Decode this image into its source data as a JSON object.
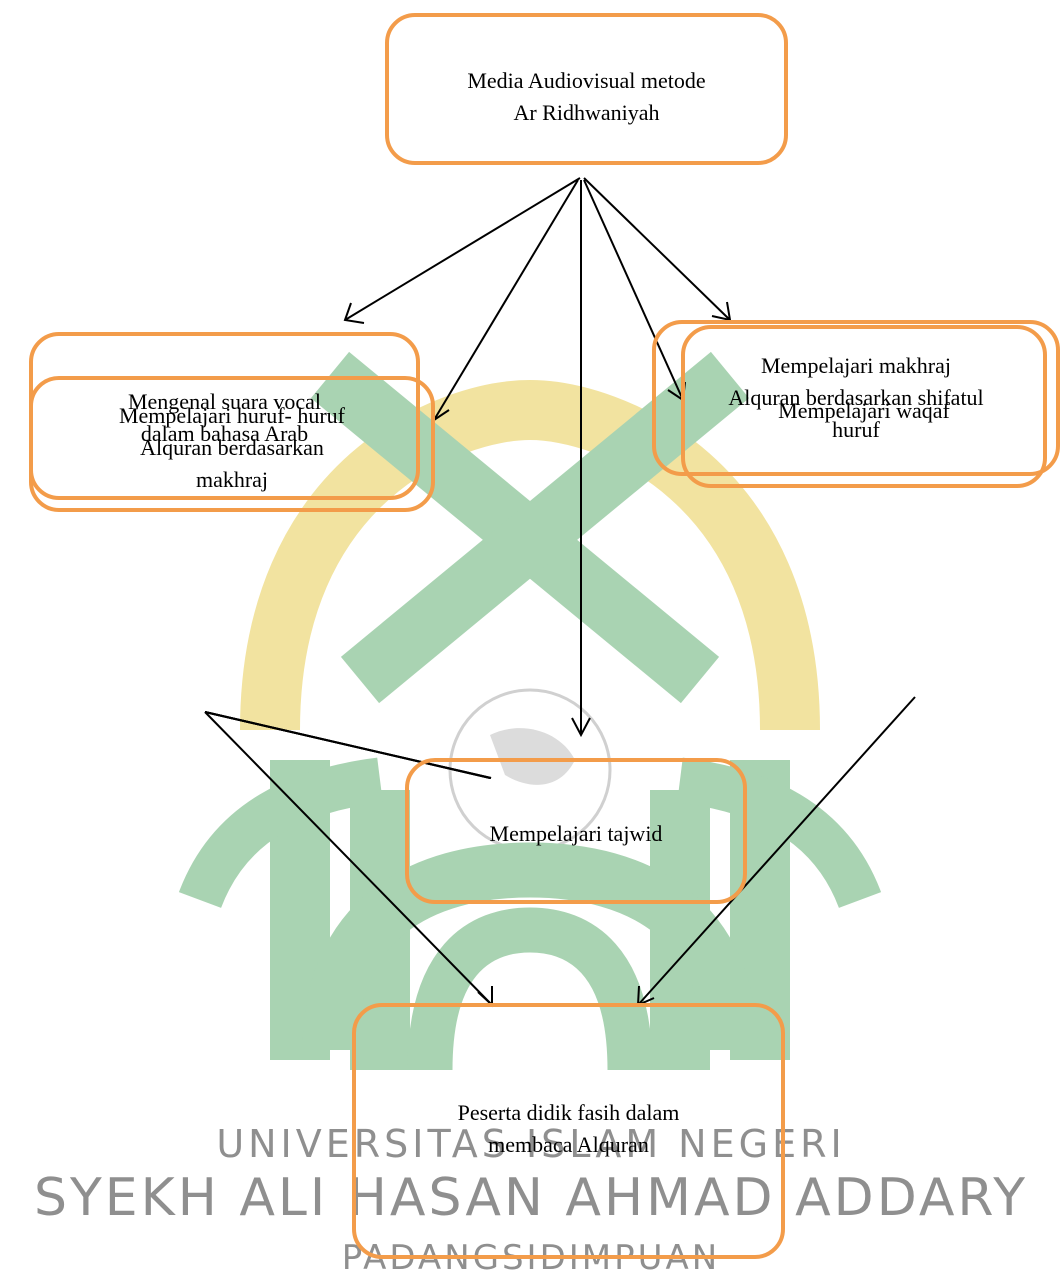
{
  "colors": {
    "box_border": "#f39c4a",
    "arrow": "#000000",
    "watermark_green": "#a9d3b2",
    "watermark_yellow": "#f2e3a0",
    "watermark_text": "#8f8f8f"
  },
  "nodes": {
    "top": "Media Audiovisual metode\nAr Ridhwaniyah",
    "vocal": "Mengenal suara vocal\ndalam bahasa Arab",
    "makhraj_shifat": "Mempelajari makhraj\nAlquran  berdasarkan shifatul\nhuruf",
    "huruf_makhraj": "Mempelajari huruf- huruf\nAlquran berdasarkan\nmakhraj",
    "waqaf": "Mempelajari waqaf",
    "tajwid": "Mempelajari tajwid",
    "result": "Peserta didik fasih dalam\nmembaca Alquran"
  },
  "watermark": {
    "line1": "UNIVERSITAS ISLAM NEGERI",
    "line2": "SYEKH ALI HASAN AHMAD ADDARY",
    "line3": "PADANGSIDIMPUAN",
    "logo_icon": "university-logo-icon"
  }
}
